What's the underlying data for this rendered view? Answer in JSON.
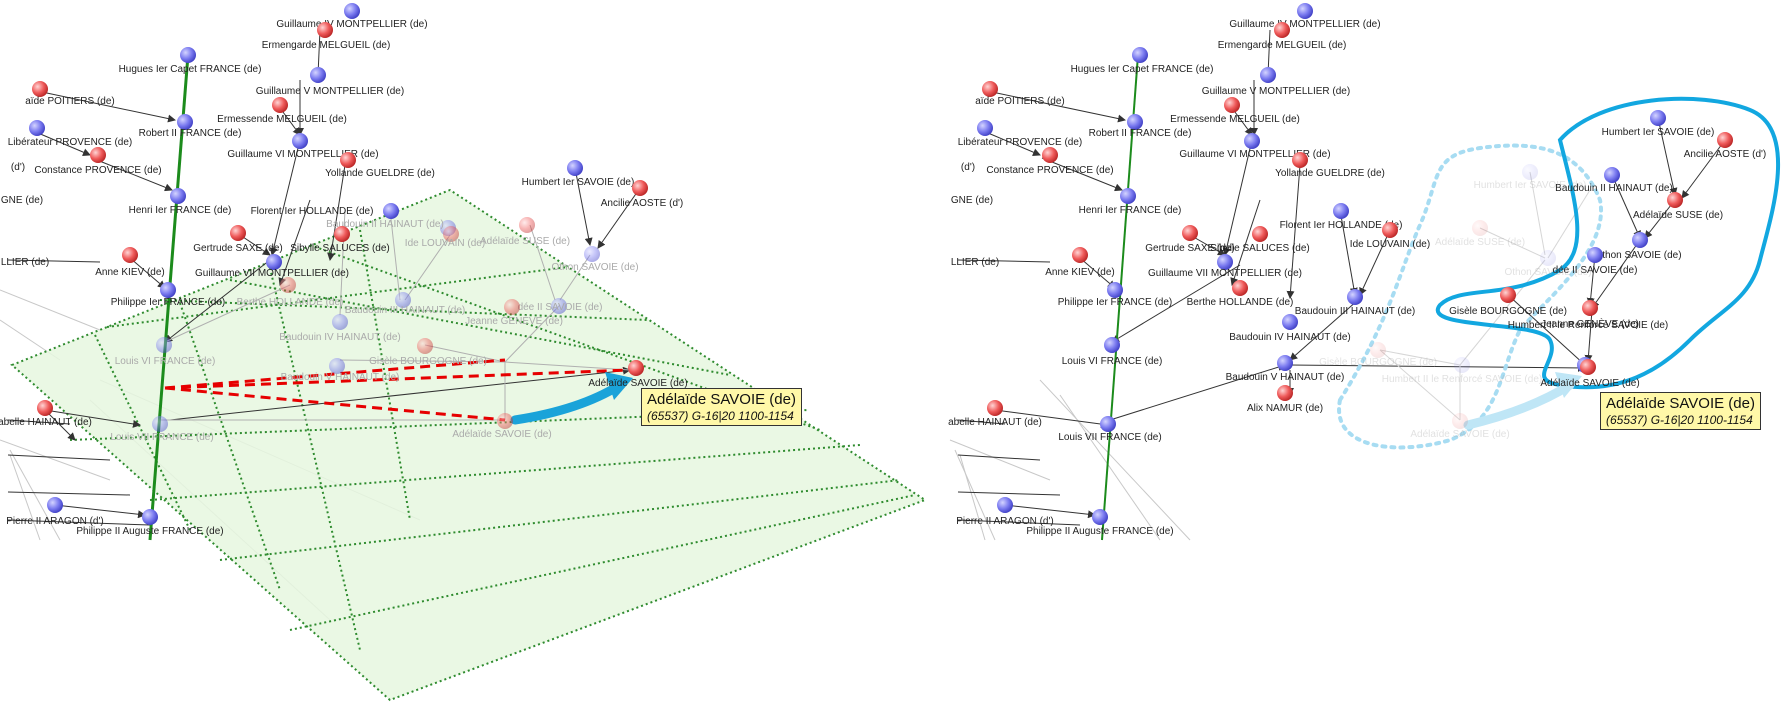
{
  "callout": {
    "name": "Adélaïde SAVOIE (de)",
    "details": "(65537) G-16|20 1100-1154"
  },
  "colors": {
    "blue_node": "#7b7bf0",
    "red_node": "#ef5a5a",
    "grid_fill": "#e6f7df",
    "grid_line": "#2e8b2e",
    "arrow": "#1aa3d9",
    "dash": "#e60000",
    "outline": "#12a7e0"
  },
  "panels": [
    {
      "id": "left",
      "nodes": [
        {
          "label": "Guillaume IV MONTPELLIER (de)",
          "color": "blue",
          "state": "normal"
        },
        {
          "label": "Ermengarde MELGUEIL (de)",
          "color": "red",
          "state": "normal"
        },
        {
          "label": "Hugues Ier Capet FRANCE (de)",
          "color": "blue",
          "state": "normal"
        },
        {
          "label": "Guillaume V MONTPELLIER (de)",
          "color": "blue",
          "state": "normal"
        },
        {
          "label": "aïde POITIERS (de)",
          "color": "red",
          "state": "normal"
        },
        {
          "label": "Ermessende MELGUEIL (de)",
          "color": "red",
          "state": "normal"
        },
        {
          "label": "Robert II FRANCE (de)",
          "color": "blue",
          "state": "normal"
        },
        {
          "label": "Libérateur PROVENCE (de)",
          "color": "blue",
          "state": "normal"
        },
        {
          "label": "Guillaume VI MONTPELLIER (de)",
          "color": "blue",
          "state": "normal"
        },
        {
          "label": "(d')",
          "color": "none",
          "state": "normal"
        },
        {
          "label": "Constance PROVENCE (de)",
          "color": "red",
          "state": "normal"
        },
        {
          "label": "Yollande GUELDRE (de)",
          "color": "red",
          "state": "normal"
        },
        {
          "label": "Humbert Ier SAVOIE (de)",
          "color": "blue",
          "state": "normal"
        },
        {
          "label": "Ancilie AOSTE (d')",
          "color": "red",
          "state": "normal"
        },
        {
          "label": "GNE (de)",
          "color": "none",
          "state": "normal"
        },
        {
          "label": "Henri Ier FRANCE (de)",
          "color": "blue",
          "state": "normal"
        },
        {
          "label": "Florent Ier HOLLANDE (de)",
          "color": "blue",
          "state": "normal"
        },
        {
          "label": "Baudouin II HAINAUT (de)",
          "color": "blue",
          "state": "faded"
        },
        {
          "label": "Adélaïde SUSE (de)",
          "color": "red",
          "state": "faded"
        },
        {
          "label": "Gertrude SAXE (de)",
          "color": "red",
          "state": "normal"
        },
        {
          "label": "Sibylle SALUCES (de)",
          "color": "red",
          "state": "normal"
        },
        {
          "label": "Ide LOUVAIN (de)",
          "color": "red",
          "state": "faded"
        },
        {
          "label": "Othon SAVOIE (de)",
          "color": "blue",
          "state": "faded"
        },
        {
          "label": "LLIER (de)",
          "color": "none",
          "state": "normal"
        },
        {
          "label": "Anne KIEV (de)",
          "color": "red",
          "state": "normal"
        },
        {
          "label": "Guillaume VII MONTPELLIER (de)",
          "color": "blue",
          "state": "normal"
        },
        {
          "label": "Berthe HOLLANDE (de)",
          "color": "red",
          "state": "faded"
        },
        {
          "label": "Philippe Ier FRANCE (de)",
          "color": "blue",
          "state": "normal"
        },
        {
          "label": "Baudouin III HAINAUT (de)",
          "color": "blue",
          "state": "faded"
        },
        {
          "label": "dée II SAVOIE (de)",
          "color": "blue",
          "state": "faded"
        },
        {
          "label": "Jeanne GENÈVE (de)",
          "color": "red",
          "state": "faded"
        },
        {
          "label": "Baudouin IV HAINAUT (de)",
          "color": "blue",
          "state": "faded"
        },
        {
          "label": "Louis VI FRANCE (de)",
          "color": "blue",
          "state": "faded"
        },
        {
          "label": "Gisèle BOURGOGNE (de)",
          "color": "red",
          "state": "faded"
        },
        {
          "label": "Baudouin V HAINAUT (de)",
          "color": "blue",
          "state": "faded"
        },
        {
          "label": "Adélaïde SAVOIE (de)",
          "color": "red",
          "state": "normal"
        },
        {
          "label": "abelle HAINAUT (de)",
          "color": "red",
          "state": "normal"
        },
        {
          "label": "Louis VII FRANCE (de)",
          "color": "blue",
          "state": "faded"
        },
        {
          "label": "Adélaïde SAVOIE (de)",
          "color": "red",
          "state": "faded"
        },
        {
          "label": "Pierre II ARAGON (d')",
          "color": "blue",
          "state": "normal"
        },
        {
          "label": "Philippe II Auguste FRANCE (de)",
          "color": "blue",
          "state": "normal"
        }
      ]
    },
    {
      "id": "right",
      "nodes": [
        {
          "label": "Guillaume IV MONTPELLIER (de)",
          "color": "blue",
          "state": "normal"
        },
        {
          "label": "Ermengarde MELGUEIL (de)",
          "color": "red",
          "state": "normal"
        },
        {
          "label": "Hugues Ier Capet FRANCE (de)",
          "color": "blue",
          "state": "normal"
        },
        {
          "label": "Guillaume V MONTPELLIER (de)",
          "color": "blue",
          "state": "normal"
        },
        {
          "label": "aïde POITIERS (de)",
          "color": "red",
          "state": "normal"
        },
        {
          "label": "Ermessende MELGUEIL (de)",
          "color": "red",
          "state": "normal"
        },
        {
          "label": "Robert II FRANCE (de)",
          "color": "blue",
          "state": "normal"
        },
        {
          "label": "Libérateur PROVENCE (de)",
          "color": "blue",
          "state": "normal"
        },
        {
          "label": "Guillaume VI MONTPELLIER (de)",
          "color": "blue",
          "state": "normal"
        },
        {
          "label": "(d')",
          "color": "none",
          "state": "normal"
        },
        {
          "label": "Constance PROVENCE (de)",
          "color": "red",
          "state": "normal"
        },
        {
          "label": "Yollande GUELDRE (de)",
          "color": "red",
          "state": "normal"
        },
        {
          "label": "Humbert Ier SAVOIE (de)",
          "color": "blue",
          "state": "normal"
        },
        {
          "label": "Ancilie AOSTE (d')",
          "color": "red",
          "state": "normal"
        },
        {
          "label": "GNE (de)",
          "color": "none",
          "state": "normal"
        },
        {
          "label": "Henri Ier FRANCE (de)",
          "color": "blue",
          "state": "normal"
        },
        {
          "label": "Florent Ier HOLLANDE (de)",
          "color": "blue",
          "state": "normal"
        },
        {
          "label": "Baudouin II HAINAUT (de)",
          "color": "blue",
          "state": "normal"
        },
        {
          "label": "Adélaïde SUSE (de)",
          "color": "red",
          "state": "normal"
        },
        {
          "label": "Gertrude SAXE (de)",
          "color": "red",
          "state": "normal"
        },
        {
          "label": "Sibylle SALUCES (de)",
          "color": "red",
          "state": "normal"
        },
        {
          "label": "Ide LOUVAIN (de)",
          "color": "red",
          "state": "normal"
        },
        {
          "label": "Othon SAVOIE (de)",
          "color": "blue",
          "state": "normal"
        },
        {
          "label": "LLIER (de)",
          "color": "none",
          "state": "normal"
        },
        {
          "label": "Anne KIEV (de)",
          "color": "red",
          "state": "normal"
        },
        {
          "label": "Guillaume VII MONTPELLIER (de)",
          "color": "blue",
          "state": "normal"
        },
        {
          "label": "dée II SAVOIE (de)",
          "color": "blue",
          "state": "normal"
        },
        {
          "label": "Jeanne GENÈVE (de)",
          "color": "red",
          "state": "normal"
        },
        {
          "label": "Berthe HOLLANDE (de)",
          "color": "red",
          "state": "normal"
        },
        {
          "label": "Philippe Ier FRANCE (de)",
          "color": "blue",
          "state": "normal"
        },
        {
          "label": "Baudouin III HAINAUT (de)",
          "color": "blue",
          "state": "normal"
        },
        {
          "label": "Gisèle BOURGOGNE (de)",
          "color": "red",
          "state": "normal"
        },
        {
          "label": "Humbert II le Renforcé SAVOIE (de)",
          "color": "blue",
          "state": "normal"
        },
        {
          "label": "Baudouin IV HAINAUT (de)",
          "color": "blue",
          "state": "normal"
        },
        {
          "label": "Louis VI FRANCE (de)",
          "color": "blue",
          "state": "normal"
        },
        {
          "label": "Baudouin V HAINAUT (de)",
          "color": "blue",
          "state": "normal"
        },
        {
          "label": "Adélaïde SAVOIE (de)",
          "color": "red",
          "state": "normal"
        },
        {
          "label": "abelle HAINAUT (de)",
          "color": "red",
          "state": "normal"
        },
        {
          "label": "Alix NAMUR (de)",
          "color": "red",
          "state": "normal"
        },
        {
          "label": "Louis VII FRANCE (de)",
          "color": "blue",
          "state": "normal"
        },
        {
          "label": "Pierre II ARAGON (d')",
          "color": "blue",
          "state": "normal"
        },
        {
          "label": "Philippe II Auguste FRANCE (de)",
          "color": "blue",
          "state": "normal"
        },
        {
          "label": "Humbert Ier SAVOIE (de)",
          "color": "blue",
          "state": "ghost"
        },
        {
          "label": "Adélaïde SUSE (de)",
          "color": "red",
          "state": "ghost"
        },
        {
          "label": "Othon SAVOIE (de)",
          "color": "blue",
          "state": "ghost"
        },
        {
          "label": "Gisèle BOURGOGNE (de)",
          "color": "red",
          "state": "ghost"
        },
        {
          "label": "Humbert II le Renforcé SAVOIE (de)",
          "color": "blue",
          "state": "ghost"
        },
        {
          "label": "Adélaïde SAVOIE (de)",
          "color": "red",
          "state": "ghost"
        }
      ]
    }
  ]
}
